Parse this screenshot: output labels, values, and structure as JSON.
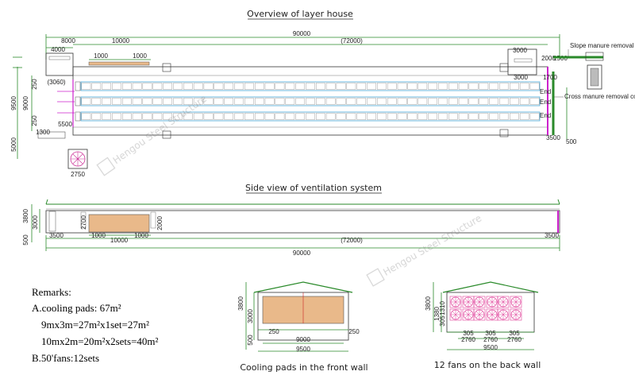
{
  "titles": {
    "overview": "Overview of layer house",
    "side_view": "Side view of ventilation system",
    "cooling_pads": "Cooling pads in the front wall",
    "fans": "12 fans on the back wall"
  },
  "remarks": {
    "heading": "Remarks:",
    "line1": "A.cooling pads: 67m²",
    "line2": "9mx3m=27m²x1set=27m²",
    "line3": "10mx2m=20m²x2sets=40m²",
    "line4": "B.50'fans:12sets"
  },
  "overview_dims": {
    "total": "90000",
    "inner": "(72000)",
    "d8000": "8000",
    "d10000": "10000",
    "d4000": "4000",
    "d1000a": "1000",
    "d1000b": "1000",
    "d3000a": "3000",
    "d3000b": "3000",
    "d2000": "2000",
    "d1500": "1500",
    "d250a": "250",
    "d250b": "250",
    "d9500": "9500",
    "d9000": "9000",
    "d5000": "5000",
    "d3060": "(3060)",
    "d5500": "5500",
    "d3500": "3500",
    "d2750": "2750",
    "d500": "500",
    "d1700": "1700",
    "d1300": "1300",
    "end_label": "End",
    "slope_conveyor": "Slope manure removal conveyor",
    "cross_conveyor": "Cross manure removal conveyor"
  },
  "side_dims": {
    "d3800": "3800",
    "d3000": "3000",
    "d500": "500",
    "d2700": "2700",
    "d1000a": "1000",
    "d1000b": "1000",
    "d10000": "10000",
    "d2000": "2000",
    "d3500a": "3500",
    "d3500b": "3500",
    "inner": "(72000)",
    "total": "90000"
  },
  "front_wall": {
    "d3800": "3800",
    "d3000": "3000",
    "d500": "500",
    "d250a": "250",
    "d250b": "250",
    "d9000": "9000",
    "d9500": "9500"
  },
  "back_wall": {
    "d3800": "3800",
    "d1380": "1380",
    "d1310": "1310",
    "d305": "305",
    "d305a": "305",
    "d305b": "305",
    "d305c": "305",
    "d2760a": "2760",
    "d2760b": "2760",
    "d2760c": "2760",
    "d9500": "9500"
  },
  "watermark": "Hengou Steel Structure",
  "colors": {
    "dimension": "#2a8a2a",
    "cage": "#4aa8d8",
    "pad": "#e9b98a",
    "fan": "#e0409a",
    "magenta": "#cc22cc",
    "roof": "#2a8a2a"
  }
}
